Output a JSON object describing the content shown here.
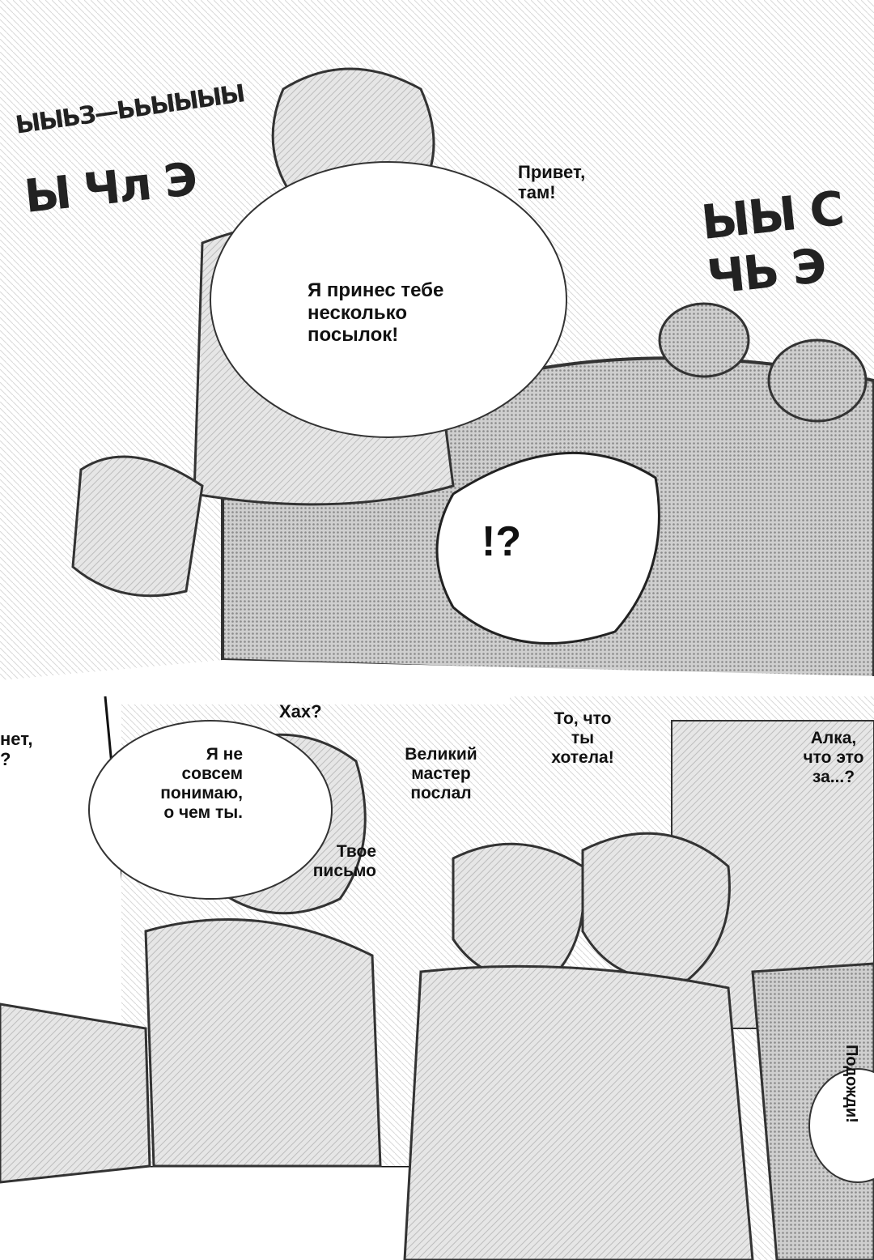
{
  "top_panel": {
    "sfx_top_left": "ЫЫЬЗ—ЬЬЫЫЫЫ",
    "sfx_left": "Ы Чл Э",
    "sfx_right": "ЫЫ С ЧЬ Э",
    "bubble_greeting": "Привет,\nтам!",
    "bubble_parcels": "Я принес тебе\nнесколько\nпосылок!",
    "interrobang": "!?"
  },
  "bottom_panels": {
    "huh": "Хах?",
    "partial_left": "нет,\n?",
    "dont_understand": "Я не\nсовсем\nпонимаю,\nо чем ты.",
    "your_letter": "Твое\nписьмо",
    "great_master": "Великий\nмастер\nпослал",
    "what_you_wanted": "То, что\nты\nхотела!",
    "alka": "Алка,\nчто это\nза...?",
    "wait": "Подожди!"
  }
}
